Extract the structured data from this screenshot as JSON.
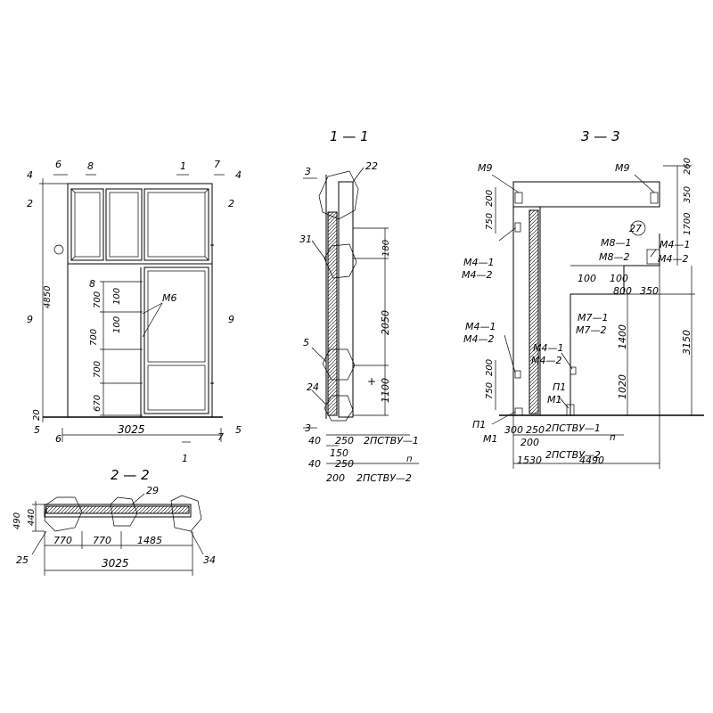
{
  "sections": {
    "s11": "1 — 1",
    "s22": "2 — 2",
    "s33": "3 — 3"
  },
  "elevation": {
    "height_total": "4850",
    "width_total": "3025",
    "bottom_dim": "20",
    "panel_dims": [
      "700",
      "700",
      "700",
      "670"
    ],
    "small_dims": [
      "100",
      "100"
    ],
    "mark": "М6",
    "markers": {
      "n1": "1",
      "n2": "2",
      "n4": "4",
      "n5": "5",
      "n6": "6",
      "n7": "7",
      "n8": "8",
      "n9": "9"
    }
  },
  "section11": {
    "callouts": [
      "3",
      "22",
      "31",
      "5",
      "24"
    ],
    "dims_v": [
      "180",
      "2050",
      "1100"
    ],
    "dims_h": [
      "40",
      "250",
      "40",
      "250",
      "200"
    ],
    "labels": [
      "2ПСТВУ—1",
      "п",
      "2ПСТВУ—2"
    ],
    "plus": "+"
  },
  "section22": {
    "callouts": [
      "29",
      "25",
      "34"
    ],
    "dims_v": [
      "490",
      "440"
    ],
    "dims_h": [
      "770",
      "770",
      "1485"
    ],
    "total": "3025"
  },
  "section33": {
    "marks": [
      "М9",
      "М9",
      "М4—1",
      "М4—2",
      "М4—1",
      "М4—2",
      "М8—1",
      "М8—2",
      "М4—1",
      "М4—2",
      "М7—1",
      "М7—2",
      "М4—1",
      "М4—2",
      "П1",
      "М1",
      "П1",
      "М1"
    ],
    "callout27": "27",
    "dims_left": [
      "200",
      "750",
      "200",
      "750"
    ],
    "dims_right": [
      "260",
      "350",
      "1700",
      "3150"
    ],
    "dims_mid": [
      "100",
      "100",
      "800",
      "350",
      "1400",
      "1020"
    ],
    "dims_bottom": [
      "300",
      "250",
      "200",
      "1530",
      "4490"
    ],
    "labels": [
      "2ПСТВУ—1",
      "п",
      "2ПСТВУ—2"
    ]
  }
}
